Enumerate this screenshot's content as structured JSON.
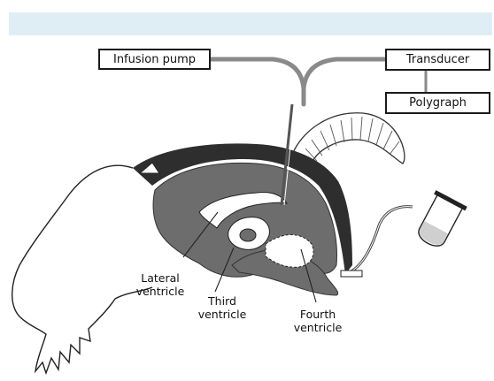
{
  "diagram": {
    "devices": {
      "infusion_pump": "Infusion pump",
      "transducer": "Transducer",
      "polygraph": "Polygraph"
    },
    "ventricles": {
      "lateral": "Lateral\nventricle",
      "third": "Third\nventricle",
      "fourth": "Fourth\nventricle"
    }
  },
  "colors": {
    "header_band": "#deeef4",
    "tissue_dark": "#2e2e2e",
    "brain_gray": "#6d6d6d",
    "tubing_gray": "#8a8a8a",
    "ventricle_white": "#ffffff"
  }
}
